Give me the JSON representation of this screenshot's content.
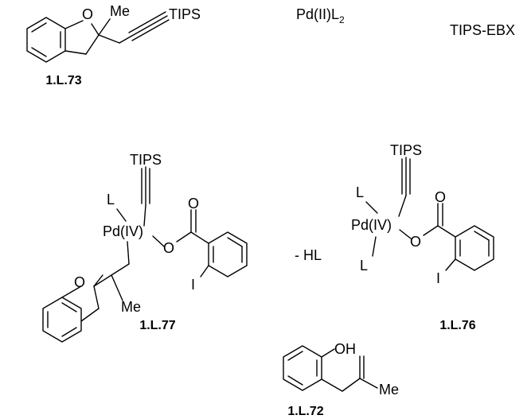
{
  "molecules": {
    "m73": {
      "label": "1.L.73",
      "atoms": {
        "o": "O",
        "me": "Me",
        "tips": "TIPS"
      }
    },
    "pd_reagent": {
      "text": "Pd(II)L",
      "subscript": "2"
    },
    "ebx_reagent": {
      "text": "TIPS-EBX"
    },
    "m77": {
      "label": "1.L.77",
      "atoms": {
        "tips": "TIPS",
        "l": "L",
        "pd": "Pd(IV)",
        "o_ester": "O",
        "o_carbonyl": "O",
        "iodo": "I",
        "o_ring": "O",
        "me": "Me"
      }
    },
    "minus_hl": {
      "text": "- HL"
    },
    "m76": {
      "label": "1.L.76",
      "atoms": {
        "tips": "TIPS",
        "l_top": "L",
        "pd": "Pd(IV)",
        "o_ester": "O",
        "o_carbonyl": "O",
        "iodo": "I",
        "l_bottom": "L"
      }
    },
    "m72": {
      "label": "1.L.72",
      "atoms": {
        "oh": "OH",
        "me": "Me"
      }
    }
  }
}
